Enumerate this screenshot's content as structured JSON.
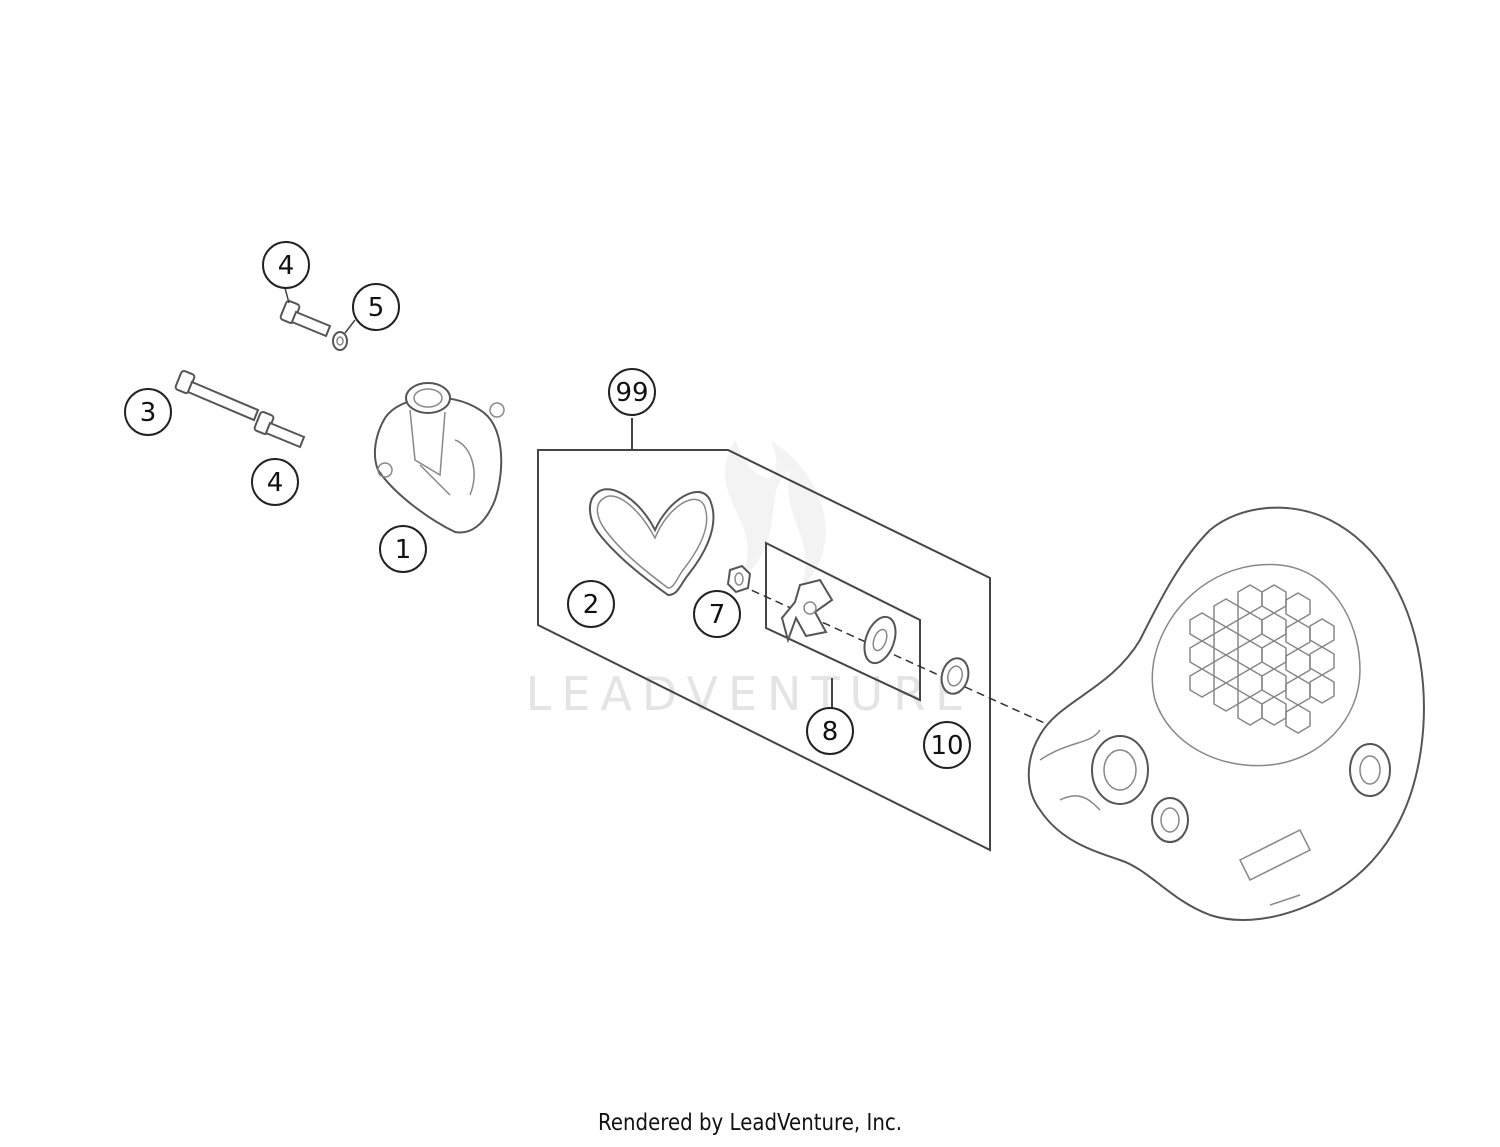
{
  "watermark": "LEADVENTURE",
  "footer": "Rendered by LeadVenture, Inc.",
  "callouts": {
    "c1": "1",
    "c2": "2",
    "c3": "3",
    "c4a": "4",
    "c4b": "4",
    "c5": "5",
    "c7": "7",
    "c8": "8",
    "c10": "10",
    "c99": "99"
  },
  "colors": {
    "line": "#444444",
    "watermark": "#e4e4e4",
    "background": "#ffffff"
  }
}
